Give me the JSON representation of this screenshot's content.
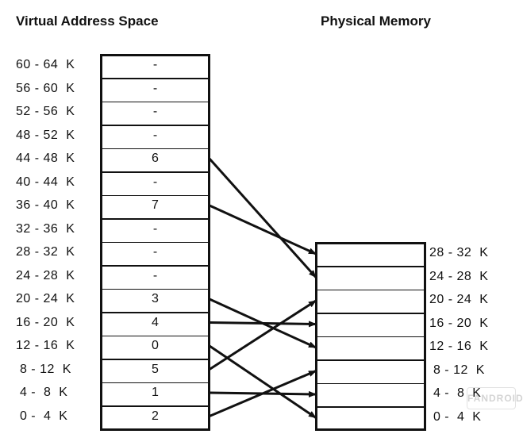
{
  "titles": {
    "virtual": "Virtual Address Space",
    "physical": "Physical Memory"
  },
  "virtual_pages": [
    {
      "range": "60 - 64  K",
      "frame": "-"
    },
    {
      "range": "56 - 60  K",
      "frame": "-"
    },
    {
      "range": "52 - 56  K",
      "frame": "-"
    },
    {
      "range": "48 - 52  K",
      "frame": "-"
    },
    {
      "range": "44 - 48  K",
      "frame": "6"
    },
    {
      "range": "40 - 44  K",
      "frame": "-"
    },
    {
      "range": "36 - 40  K",
      "frame": "7"
    },
    {
      "range": "32 - 36  K",
      "frame": "-"
    },
    {
      "range": "28 - 32  K",
      "frame": "-"
    },
    {
      "range": "24 - 28  K",
      "frame": "-"
    },
    {
      "range": "20 - 24  K",
      "frame": "3"
    },
    {
      "range": "16 - 20  K",
      "frame": "4"
    },
    {
      "range": "12 - 16  K",
      "frame": "0"
    },
    {
      "range": " 8 - 12  K",
      "frame": "5"
    },
    {
      "range": " 4 -  8  K",
      "frame": "1"
    },
    {
      "range": " 0 -  4  K",
      "frame": "2"
    }
  ],
  "physical_frames": [
    {
      "range": "28 - 32  K"
    },
    {
      "range": "24 - 28  K"
    },
    {
      "range": "20 - 24  K"
    },
    {
      "range": "16 - 20  K"
    },
    {
      "range": "12 - 16  K"
    },
    {
      "range": " 8 - 12  K"
    },
    {
      "range": " 4 -  8  K"
    },
    {
      "range": " 0 -  4  K"
    }
  ],
  "mappings": [
    {
      "virtual": "44 - 48  K",
      "physical": "24 - 28  K"
    },
    {
      "virtual": "36 - 40  K",
      "physical": "28 - 32  K"
    },
    {
      "virtual": "20 - 24  K",
      "physical": "12 - 16  K"
    },
    {
      "virtual": "16 - 20  K",
      "physical": "16 - 20  K"
    },
    {
      "virtual": "12 - 16  K",
      "physical": " 0 -  4  K"
    },
    {
      "virtual": " 8 - 12  K",
      "physical": "20 - 24  K"
    },
    {
      "virtual": " 4 -  8  K",
      "physical": " 4 -  8  K"
    },
    {
      "virtual": " 0 -  4  K",
      "physical": " 8 - 12  K"
    }
  ],
  "colors": {
    "stroke": "#111111",
    "background": "#ffffff"
  },
  "watermark": "FANDROID"
}
